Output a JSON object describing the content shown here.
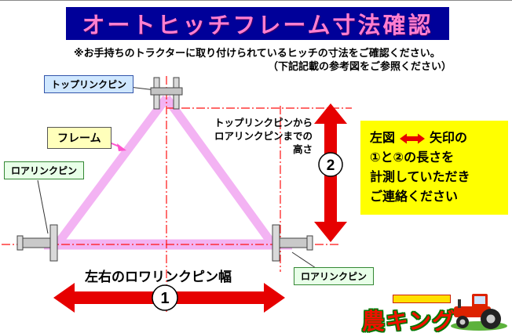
{
  "header": {
    "title": "オートヒッチフレーム寸法確認",
    "note_line1": "※お手持ちのトラクターに取り付けられているヒッチの寸法をご確認ください。",
    "note_line2": "（下記記載の参考図をご参照ください）"
  },
  "diagram": {
    "labels": {
      "top_link_pin": "トップリンクピン",
      "frame": "フレーム",
      "lower_link_pin_left": "ロアリンクピン",
      "lower_link_pin_right": "ロアリンクピン"
    },
    "height_measure": {
      "line1": "トップリンクピンから",
      "line2": "ロアリンクピンまでの",
      "line3": "高さ",
      "number": "2"
    },
    "width_measure": {
      "label": "左右のロワリンクピン幅",
      "number": "1"
    }
  },
  "instruction": {
    "line1_pre": "左図",
    "line1_post": "矢印の",
    "line2": "①と②の長さを",
    "line3": "計測していただき",
    "line4": "ご連絡ください"
  },
  "branding": {
    "name": "農キング"
  },
  "colors": {
    "banner_bg": "#000099",
    "banner_text": "#ff7fd0",
    "frame_pink": "#f2a6f2",
    "arrow_red": "#e60000",
    "centerline_red": "#ff1111",
    "instruction_bg": "#ffff00",
    "top_pin_label_bg": "#cfe7ff",
    "frame_label_bg": "#ffffbb",
    "lower_pin_label_bg": "#e8ffe8",
    "brand_red": "#ee1100",
    "brand_outline_green": "#007700"
  }
}
